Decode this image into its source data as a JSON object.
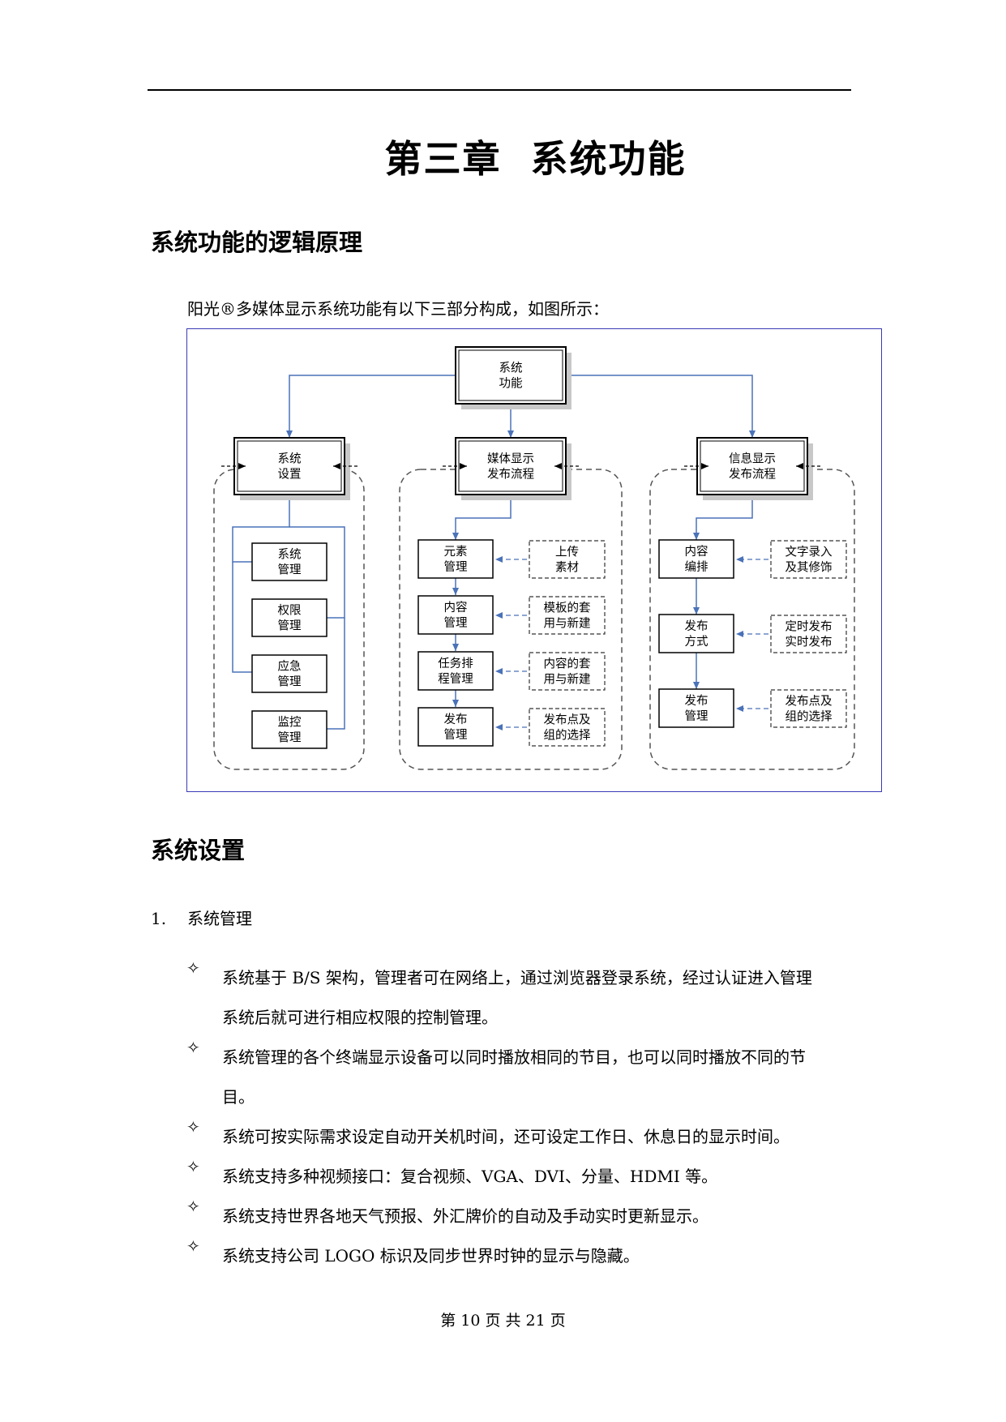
{
  "chapter_title": "第三章  系统功能",
  "section1": {
    "heading": "系统功能的逻辑原理",
    "intro": "阳光®多媒体显示系统功能有以下三部分构成，如图所示："
  },
  "diagram": {
    "root": [
      "系统",
      "功能"
    ],
    "branches": [
      {
        "head": [
          "系统",
          "设置"
        ],
        "items": [
          [
            "系统",
            "管理"
          ],
          [
            "权限",
            "管理"
          ],
          [
            "应急",
            "管理"
          ],
          [
            "监控",
            "管理"
          ]
        ]
      },
      {
        "head": [
          "媒体显示",
          "发布流程"
        ],
        "steps": [
          [
            "元素",
            "管理"
          ],
          [
            "内容",
            "管理"
          ],
          [
            "任务排",
            "程管理"
          ],
          [
            "发布",
            "管理"
          ]
        ],
        "inputs": [
          [
            "上传",
            "素材"
          ],
          [
            "模板的套",
            "用与新建"
          ],
          [
            "内容的套",
            "用与新建"
          ],
          [
            "发布点及",
            "组的选择"
          ]
        ]
      },
      {
        "head": [
          "信息显示",
          "发布流程"
        ],
        "steps": [
          [
            "内容",
            "编排"
          ],
          [
            "发布",
            "方式"
          ],
          [
            "发布",
            "管理"
          ]
        ],
        "inputs": [
          [
            "文字录入",
            "及其修饰"
          ],
          [
            "定时发布",
            "实时发布"
          ],
          [
            "发布点及",
            "组的选择"
          ]
        ]
      }
    ],
    "colors": {
      "connector": "#4a72b8",
      "frame": "#3a3ab5",
      "dashed": "#666666",
      "shadow": "#c8c8c8"
    }
  },
  "section2": {
    "heading": "系统设置",
    "numbered_item": {
      "number": "1.",
      "label": "系统管理"
    },
    "bullet_symbol": "✧",
    "bullets": [
      [
        "系统基于 B/S 架构，管理者可在网络上，通过浏览器登录系统，经过认证进入管理",
        "系统后就可进行相应权限的控制管理。"
      ],
      [
        "系统管理的各个终端显示设备可以同时播放相同的节目，也可以同时播放不同的节",
        "目。"
      ],
      [
        "系统可按实际需求设定自动开关机时间，还可设定工作日、休息日的显示时间。"
      ],
      [
        "系统支持多种视频接口：复合视频、VGA、DVI、分量、HDMI 等。"
      ],
      [
        "系统支持世界各地天气预报、外汇牌价的自动及手动实时更新显示。"
      ],
      [
        "系统支持公司 LOGO 标识及同步世界时钟的显示与隐藏。"
      ]
    ]
  },
  "footer": "第  10  页  共  21  页"
}
